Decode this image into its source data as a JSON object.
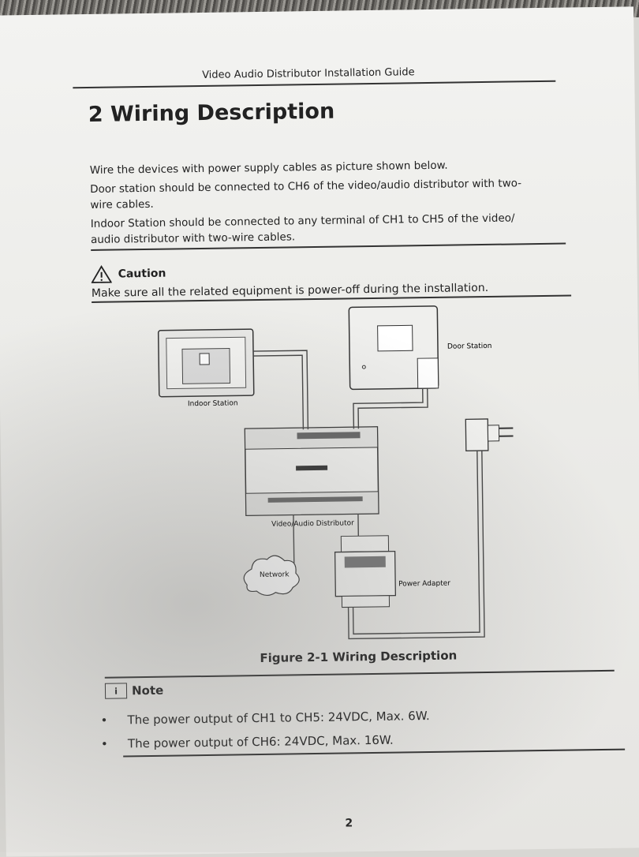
{
  "header": {
    "title": "Video Audio Distributor Installation Guide"
  },
  "section": {
    "heading": "2 Wiring Description"
  },
  "intro": {
    "line1": "Wire the devices with power supply cables as picture shown below.",
    "line2a": "Door station should be connected to CH6 of the video/audio distributor with two-",
    "line2b": "wire cables.",
    "line3a": "Indoor Station should be connected to any terminal of CH1 to CH5 of the video/",
    "line3b": "audio distributor with two-wire cables."
  },
  "caution": {
    "label": "Caution",
    "text": "Make sure all the related equipment is power-off during the installation.",
    "icon": "warning-triangle-icon"
  },
  "diagram": {
    "labels": {
      "indoor_station": "Indoor Station",
      "door_station": "Door Station",
      "distributor": "Video/Audio Distributor",
      "network": "Network",
      "power_adapter": "Power Adapter"
    },
    "caption": "Figure 2-1 Wiring Description"
  },
  "note": {
    "label": "Note",
    "icon": "note-info-icon",
    "items": [
      "The power output of CH1 to CH5: 24VDC, Max. 6W.",
      "The power output of CH6: 24VDC, Max. 16W."
    ]
  },
  "footer": {
    "page_number": "2"
  }
}
